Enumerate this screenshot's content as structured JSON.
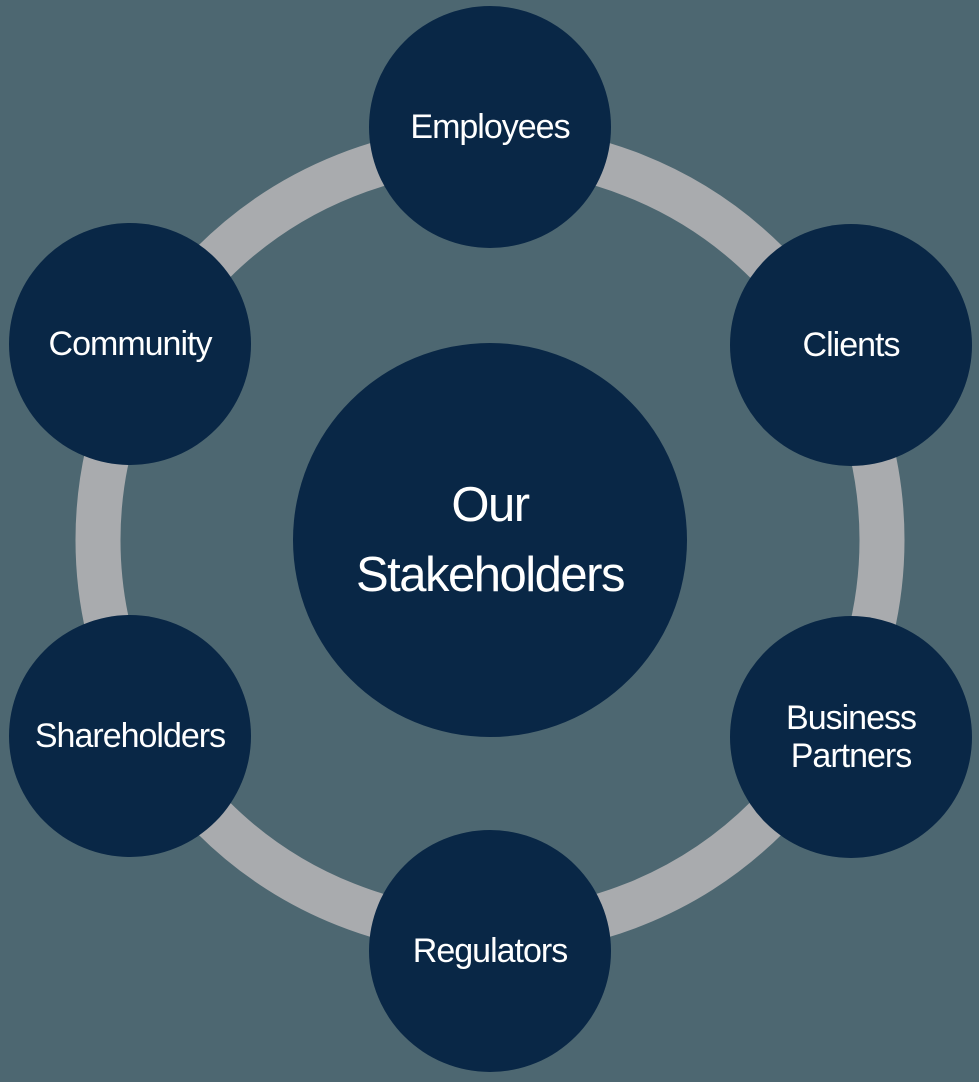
{
  "colors": {
    "background": "#4d6771",
    "circle_fill": "#092746",
    "ring": "#a9abae",
    "text": "#ffffff"
  },
  "center": {
    "lines": [
      "Our",
      "Stakeholders"
    ]
  },
  "nodes": [
    {
      "id": "employees",
      "lines": [
        "Employees"
      ]
    },
    {
      "id": "clients",
      "lines": [
        "Clients"
      ]
    },
    {
      "id": "business-partners",
      "lines": [
        "Business",
        "Partners"
      ]
    },
    {
      "id": "regulators",
      "lines": [
        "Regulators"
      ]
    },
    {
      "id": "shareholders",
      "lines": [
        "Shareholders"
      ]
    },
    {
      "id": "community",
      "lines": [
        "Community"
      ]
    }
  ]
}
